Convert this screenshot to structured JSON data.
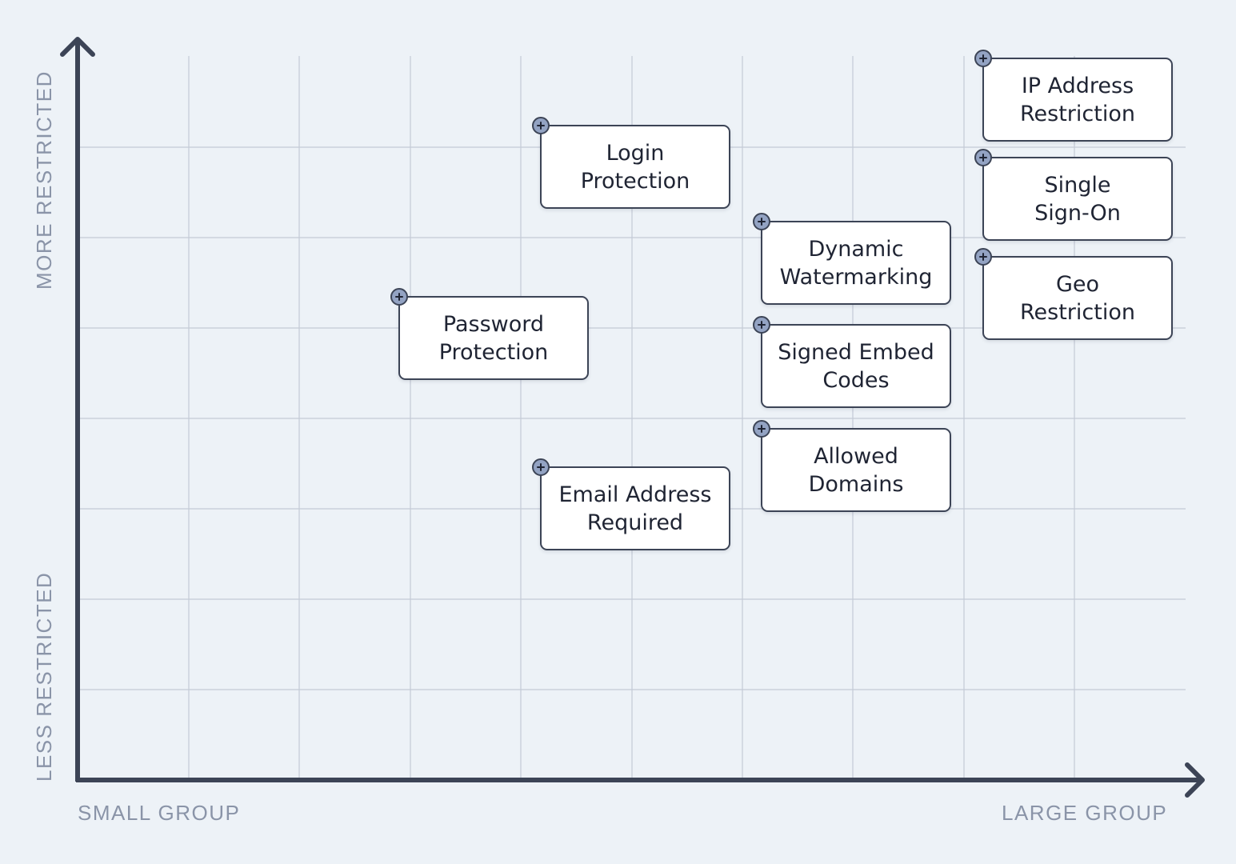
{
  "axes": {
    "y_top_label": "MORE RESTRICTED",
    "y_bottom_label": "LESS RESTRICTED",
    "x_left_label": "SMALL GROUP",
    "x_right_label": "LARGE GROUP"
  },
  "colors": {
    "background": "#edf2f7",
    "axis": "#3c4456",
    "grid": "#c4cad6",
    "card_border": "#3c4456",
    "card_fill": "#ffffff",
    "icon_fill": "#93a3c3",
    "axis_label": "#8a94a8"
  },
  "items": [
    {
      "name": "ip-address-restriction",
      "label": "IP Address\nRestriction",
      "icon": "plus-icon"
    },
    {
      "name": "login-protection",
      "label": "Login\nProtection",
      "icon": "plus-icon"
    },
    {
      "name": "single-sign-on",
      "label": "Single\nSign-On",
      "icon": "plus-icon"
    },
    {
      "name": "dynamic-watermarking",
      "label": "Dynamic\nWatermarking",
      "icon": "plus-icon"
    },
    {
      "name": "geo-restriction",
      "label": "Geo\nRestriction",
      "icon": "plus-icon"
    },
    {
      "name": "password-protection",
      "label": "Password\nProtection",
      "icon": "plus-icon"
    },
    {
      "name": "signed-embed-codes",
      "label": "Signed Embed\nCodes",
      "icon": "plus-icon"
    },
    {
      "name": "allowed-domains",
      "label": "Allowed\nDomains",
      "icon": "plus-icon"
    },
    {
      "name": "email-address-required",
      "label": "Email Address\nRequired",
      "icon": "plus-icon"
    }
  ]
}
